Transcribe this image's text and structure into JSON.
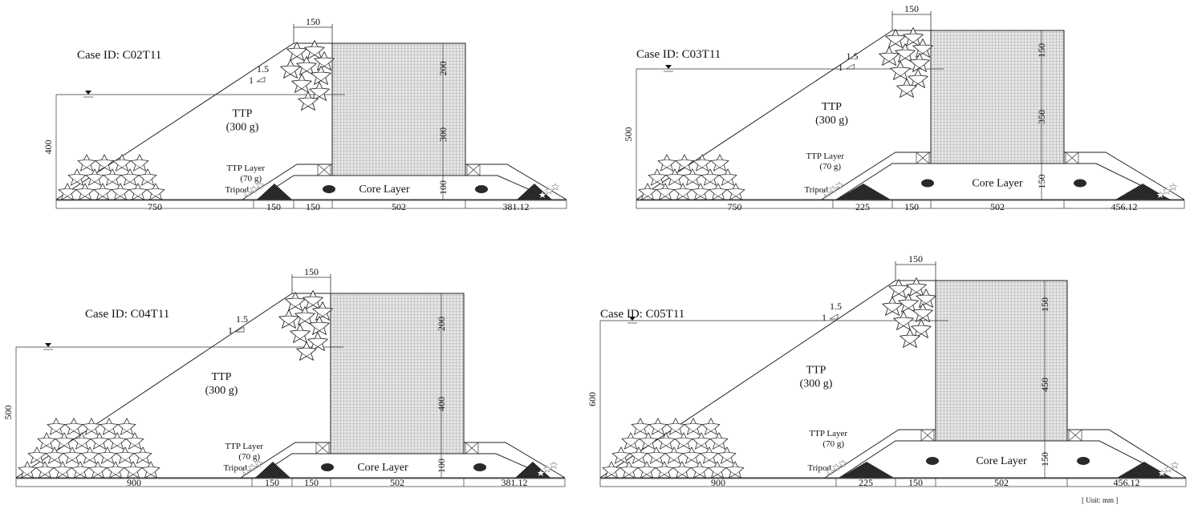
{
  "unit_label": "[ Unit: mm ]",
  "colors": {
    "line": "#222222",
    "mesh": "#8a8a8a",
    "mesh_bg": "#e6e6e6",
    "fill_dark": "#1a1a1a"
  },
  "panels": [
    {
      "case_id": "Case ID: C02T11",
      "slope_top": "1.5",
      "slope_side": "1",
      "ttp_name": "TTP",
      "ttp_weight": "(300 g)",
      "ttp_layer_name": "TTP Layer",
      "ttp_layer_weight": "(70 g)",
      "tripod": "Tripod",
      "core": "Core Layer",
      "crest_width": "150",
      "water_depth": "400",
      "wall_top": "200",
      "wall_mid": "300",
      "wall_base": "100",
      "bottom_dims": [
        "750",
        "150",
        "150",
        "502",
        "381.12"
      ]
    },
    {
      "case_id": "Case ID: C03T11",
      "slope_top": "1.5",
      "slope_side": "1",
      "ttp_name": "TTP",
      "ttp_weight": "(300 g)",
      "ttp_layer_name": "TTP Layer",
      "ttp_layer_weight": "(70 g)",
      "tripod": "Tripod",
      "core": "Core Layer",
      "crest_width": "150",
      "water_depth": "500",
      "wall_top": "150",
      "wall_mid": "350",
      "wall_base": "150",
      "bottom_dims": [
        "750",
        "225",
        "150",
        "502",
        "456.12"
      ]
    },
    {
      "case_id": "Case ID: C04T11",
      "slope_top": "1.5",
      "slope_side": "1",
      "ttp_name": "TTP",
      "ttp_weight": "(300 g)",
      "ttp_layer_name": "TTP Layer",
      "ttp_layer_weight": "(70 g)",
      "tripod": "Tripod",
      "core": "Core Layer",
      "crest_width": "150",
      "water_depth": "500",
      "wall_top": "200",
      "wall_mid": "400",
      "wall_base": "100",
      "bottom_dims": [
        "900",
        "150",
        "150",
        "502",
        "381.12"
      ]
    },
    {
      "case_id": "Case ID: C05T11",
      "slope_top": "1.5",
      "slope_side": "1",
      "ttp_name": "TTP",
      "ttp_weight": "(300 g)",
      "ttp_layer_name": "TTP Layer",
      "ttp_layer_weight": "(70 g)",
      "tripod": "Tripod",
      "core": "Core Layer",
      "crest_width": "150",
      "water_depth": "600",
      "wall_top": "150",
      "wall_mid": "450",
      "wall_base": "150",
      "bottom_dims": [
        "900",
        "225",
        "150",
        "502",
        "456.12"
      ]
    }
  ]
}
